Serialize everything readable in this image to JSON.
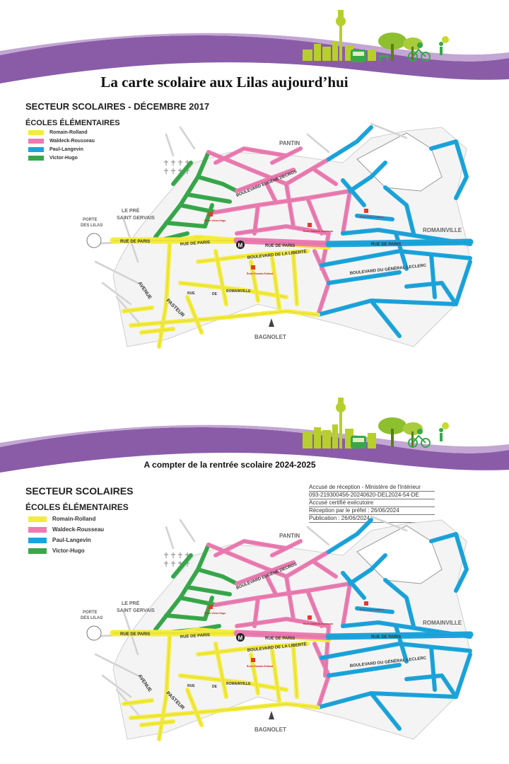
{
  "colors": {
    "romain_rolland": "#f4ec3c",
    "waldeck_rousseau": "#ec7bb1",
    "paul_langevin": "#1aa4dc",
    "victor_hugo": "#37a84a",
    "banner_purple": "#8a5ca8",
    "banner_light_purple": "#c3a6d3",
    "banner_green": "#b7cf2c",
    "school_marker": "#e63a2e"
  },
  "top": {
    "title": "La carte scolaire aux Lilas aujourd’hui",
    "sector_title": "SECTEUR SCOLAIRES - DÉCEMBRE 2017",
    "legend_title": "ÉCOLES ÉLÉMENTAIRES"
  },
  "bottom": {
    "title": "A compter de la rentrée scolaire 2024-2025",
    "sector_title": "SECTEUR SCOLAIRES",
    "legend_title": "ÉCOLES ÉLÉMENTAIRES",
    "receipt": [
      "Accusé de réception - Ministère de l'Intérieur",
      "093-219300456-20240620-DEL2024-54-DE",
      "Accusé certifié exécutoire",
      "Réception par le préfet : 26/06/2024",
      "Publication : 26/06/2024"
    ]
  },
  "legend": [
    {
      "label": "Romain-Rolland",
      "color_key": "romain_rolland"
    },
    {
      "label": "Waldeck-Rousseau",
      "color_key": "waldeck_rousseau"
    },
    {
      "label": "Paul-Langevin",
      "color_key": "paul_langevin"
    },
    {
      "label": "Victor-Hugo",
      "color_key": "victor_hugo"
    }
  ],
  "map_labels": {
    "pantin": "PANTIN",
    "romainville": "ROMAINVILLE",
    "bagnolet": "BAGNOLET",
    "le_pre": "LE PRÉ",
    "saint_gervais": "SAINT GERVAIS",
    "porte": "PORTE",
    "des_lilas": "DES LILAS",
    "rue_de_paris": "RUE DE PARIS",
    "boulevard_liberte": "BOULEVARD DE LA LIBERTÉ",
    "boulevard_leclerc": "BOULEVARD DU GÉNÉRAL LECLERC",
    "boulevard_eugene_decros": "BOULEVARD EUGÈNE DECROS",
    "avenue": "AVENUE",
    "pasteur": "PASTEUR",
    "rue": "RUE",
    "de": "DE",
    "romainville_rue": "ROMAINVILLE",
    "metro": "M",
    "school_waldeck": "École Waldeck-Rousseau",
    "school_langevin": "École Paul-Langevin",
    "school_romain": "École Romain-Rolland",
    "school_hugo": "École Victor-Hugo"
  }
}
